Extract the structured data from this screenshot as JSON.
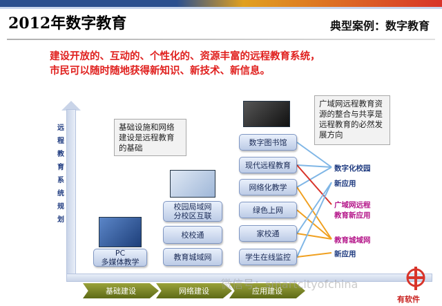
{
  "header": {
    "title": "2012年数字教育",
    "section": "典型案例：数字教育"
  },
  "headline": {
    "line1": "建设开放的、互动的、个性化的、资源丰富的远程教育系统，",
    "line2": "市民可以随时随地获得新知识、新技术、新信息。"
  },
  "y_axis_label": "远程教育系统规划",
  "notes": {
    "infrastructure": "基础设施和网络建设是远程教育的基础",
    "wan": "广域网远程教育资源的整合与共享是远程教育的必然发展方向"
  },
  "columns": {
    "basic": [
      "PC",
      "多媒体教学"
    ],
    "network": [
      "校园局域网",
      "分校区互联",
      "校校通",
      "教育城域网"
    ],
    "application": [
      "数字图书馆",
      "现代远程教育",
      "网络化教学",
      "绿色上网",
      "家校通",
      "学生在线监控"
    ]
  },
  "right_tags": {
    "digital_campus": "数字化校园",
    "new_app_1": "新应用",
    "wan_edu_1": "广域网远程",
    "wan_edu_2": "教育新应用",
    "edu_metro": "教育城域网",
    "new_app_2": "新应用"
  },
  "phases": [
    "基础建设",
    "网络建设",
    "应用建设"
  ],
  "watermark": "微信号：smartcityofchina",
  "logo": "有软件",
  "colors": {
    "accent_red": "#e0201e",
    "tag_blue": "#1f3b80",
    "tag_magenta": "#b5178a",
    "line_red": "#d8342a",
    "line_orange": "#f0a020",
    "line_blue": "#7fb6e6"
  }
}
